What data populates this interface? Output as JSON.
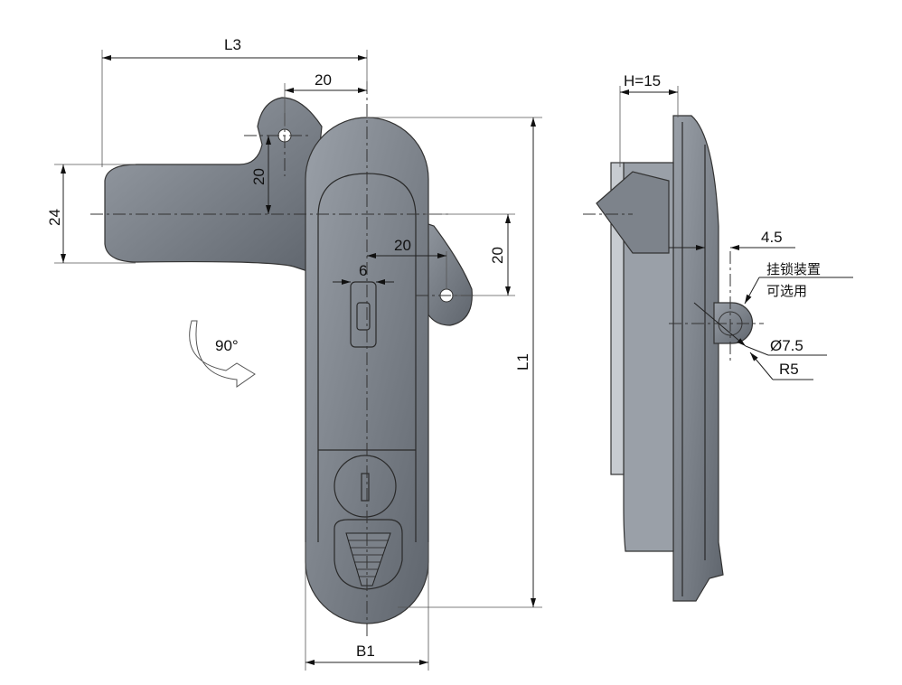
{
  "front_view": {
    "dim_L3": "L3",
    "dim_top_20": "20",
    "dim_vertical_20": "20",
    "dim_24": "24",
    "dim_horizontal_20": "20",
    "dim_right_20": "20",
    "dim_6": "6",
    "rotation": "90°",
    "dim_L1": "L1",
    "dim_B1": "B1"
  },
  "side_view": {
    "dim_H": "H=15",
    "dim_4_5": "4.5",
    "padlock_note_line1": "挂锁装置",
    "padlock_note_line2": "可选用",
    "dim_diameter": "Ø7.5",
    "dim_radius": "R5"
  },
  "colors": {
    "body_light": "#8e949c",
    "body_dark": "#5d636b"
  }
}
